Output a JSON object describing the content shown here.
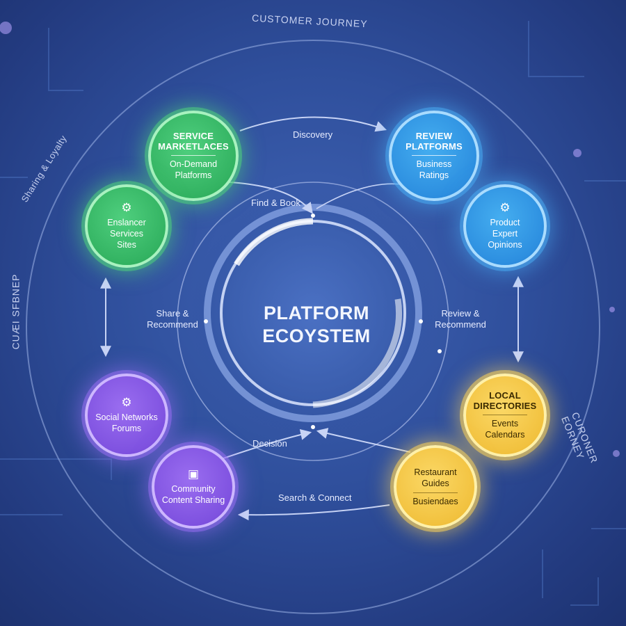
{
  "center": {
    "line1": "PLATFORM",
    "line2": "ECOYSTEM"
  },
  "outer_labels": {
    "top": "CUSTOMER JOURNEY",
    "upper_left": "Sharing & Loyalty",
    "left": "CUÆI SFBNEP",
    "lower_right": "CURONER EORNEY"
  },
  "nodes": [
    {
      "color": "green",
      "icon": "",
      "title": [
        "SERVICE",
        "MARKETLACES"
      ],
      "lines": [
        "On-Demand",
        "Platforms"
      ]
    },
    {
      "color": "green",
      "icon": "gear-icon",
      "title": [],
      "lines": [
        "Enslancer",
        "Services",
        "Sites"
      ]
    },
    {
      "color": "blue",
      "icon": "",
      "title": [
        "REVIEW",
        "PLATFORMS"
      ],
      "lines": [
        "Business",
        "Ratings"
      ]
    },
    {
      "color": "blue",
      "icon": "gear-icon",
      "title": [],
      "lines": [
        "Product",
        "Expert",
        "Opinions"
      ]
    },
    {
      "color": "purple",
      "icon": "gear-icon",
      "title": [],
      "lines": [
        "Social Networks",
        "Forums"
      ]
    },
    {
      "color": "purple",
      "icon": "monitor-icon",
      "title": [],
      "lines": [
        "Community",
        "Content Sharing"
      ]
    },
    {
      "color": "yellow",
      "icon": "",
      "title": [
        "LOCAL",
        "DIRECTORIES"
      ],
      "lines": [
        "Events",
        "Calendars"
      ]
    },
    {
      "color": "yellow",
      "icon": "",
      "title": [],
      "lines": [
        "Restaurant",
        "Guides",
        "Busiendaes"
      ]
    }
  ],
  "flows": {
    "discovery": "Discovery",
    "find_book": "Find & Book",
    "share_recommend": [
      "Share &",
      "Recommend"
    ],
    "review_recommend": [
      "Review &",
      "Recommend"
    ],
    "decision": "Decision",
    "search_connect": "Search & Connect"
  },
  "colors": {
    "green": "#3fc36f",
    "blue": "#3a9fe8",
    "purple": "#8a5ee8",
    "yellow": "#f5c84a",
    "background": "#2f4f9c"
  }
}
